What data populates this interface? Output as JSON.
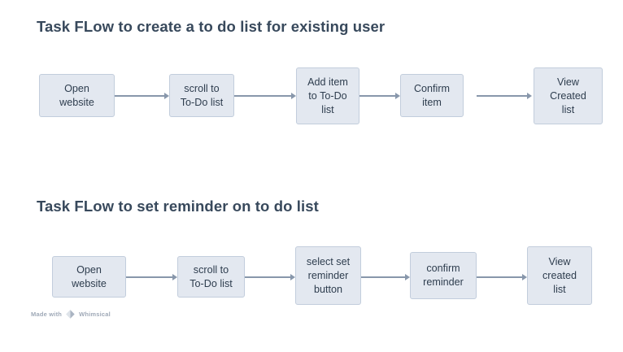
{
  "document": {
    "background_color": "#ffffff",
    "node_fill_color": "#e3e8f0",
    "node_border_color": "#c2cddc",
    "text_color": "#2e3d4e",
    "title_color": "#38495c",
    "connector_color": "#8897ab"
  },
  "sections": [
    {
      "title": "Task FLow to create a to do list for existing user",
      "nodes": [
        {
          "label": "Open\nwebsite"
        },
        {
          "label": "scroll to\nTo-Do list"
        },
        {
          "label": "Add item\nto To-Do\nlist"
        },
        {
          "label": "Confirm\nitem"
        },
        {
          "label": "View\nCreated\nlist"
        }
      ]
    },
    {
      "title": "Task FLow to set reminder on to do list",
      "nodes": [
        {
          "label": "Open\nwebsite"
        },
        {
          "label": "scroll to\nTo-Do list"
        },
        {
          "label": "select set\nreminder\nbutton"
        },
        {
          "label": "confirm\nreminder"
        },
        {
          "label": "View\ncreated\nlist"
        }
      ]
    }
  ],
  "watermark": {
    "prefix": "Made with",
    "brand": "Whimsical",
    "logo_icon": "whimsical-diamond-icon"
  }
}
